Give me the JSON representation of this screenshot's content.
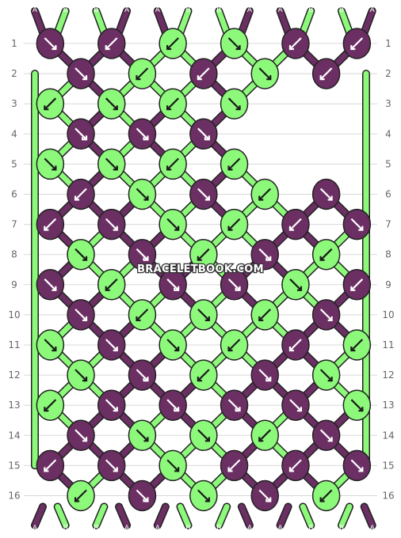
{
  "colors": {
    "A": "#6b2f63",
    "B": "#8cf97a",
    "outline": "#222222",
    "gridline": "#d8d8d8",
    "label": "#666666"
  },
  "watermark": "BRACELETBOOK.COM",
  "row_labels": [
    "1",
    "2",
    "3",
    "4",
    "5",
    "6",
    "7",
    "8",
    "9",
    "10",
    "11",
    "12",
    "13",
    "14",
    "15",
    "16"
  ],
  "top_strands": [
    "A",
    "B",
    "B",
    "A",
    "A",
    "B",
    "B",
    "A",
    "A",
    "B",
    "B",
    "A"
  ],
  "bottom_strands": [
    "A",
    "B",
    "B",
    "A",
    "A",
    "B",
    "B",
    "A",
    "A",
    "B",
    "B",
    "A"
  ],
  "knot_rows": [
    [
      {
        "c": "A",
        "d": "r"
      },
      {
        "c": "A",
        "d": "l"
      },
      {
        "c": "B",
        "d": "l"
      },
      {
        "c": "B",
        "d": "r"
      },
      {
        "c": "A",
        "d": "l"
      },
      {
        "c": "A",
        "d": "l"
      }
    ],
    [
      {
        "c": "A",
        "d": "r"
      },
      {
        "c": "B",
        "d": "l"
      },
      {
        "c": "A",
        "d": "l"
      },
      {
        "c": "B",
        "d": "r"
      },
      {
        "c": "A",
        "d": "l"
      }
    ],
    [
      {
        "c": "B",
        "d": "l"
      },
      {
        "c": "B",
        "d": "r"
      },
      {
        "c": "B",
        "d": "l"
      },
      {
        "c": "B",
        "d": "r"
      }
    ],
    [
      {
        "c": "A",
        "d": "rl"
      },
      {
        "c": "A",
        "d": "lr"
      },
      {
        "c": "A",
        "d": "rl"
      }
    ],
    [
      {
        "c": "B",
        "d": "r"
      },
      {
        "c": "B",
        "d": "r"
      },
      {
        "c": "B",
        "d": "l"
      },
      {
        "c": "B",
        "d": "l"
      }
    ],
    [
      {
        "c": "A",
        "d": "l"
      },
      {
        "c": "B",
        "d": "r"
      },
      {
        "c": "A",
        "d": "r"
      },
      {
        "c": "B",
        "d": "l"
      },
      {
        "c": "A",
        "d": "r"
      }
    ],
    [
      {
        "c": "A",
        "d": "l"
      },
      {
        "c": "A",
        "d": "r"
      },
      {
        "c": "B",
        "d": "r"
      },
      {
        "c": "B",
        "d": "l"
      },
      {
        "c": "A",
        "d": "l"
      },
      {
        "c": "A",
        "d": "r"
      }
    ],
    [
      {
        "c": "B",
        "d": "r"
      },
      {
        "c": "A",
        "d": "rl"
      },
      {
        "c": "B",
        "d": "l"
      },
      {
        "c": "A",
        "d": "rl"
      },
      {
        "c": "B",
        "d": "l"
      }
    ],
    [
      {
        "c": "A",
        "d": "r"
      },
      {
        "c": "B",
        "d": "l"
      },
      {
        "c": "A",
        "d": "rl"
      },
      {
        "c": "A",
        "d": "lr"
      },
      {
        "c": "B",
        "d": "r"
      },
      {
        "c": "A",
        "d": "l"
      }
    ],
    [
      {
        "c": "A",
        "d": "r"
      },
      {
        "c": "B",
        "d": "l"
      },
      {
        "c": "B",
        "d": "r"
      },
      {
        "c": "B",
        "d": "l"
      },
      {
        "c": "A",
        "d": "r"
      }
    ],
    [
      {
        "c": "B",
        "d": "r"
      },
      {
        "c": "A",
        "d": "r"
      },
      {
        "c": "B",
        "d": "r"
      },
      {
        "c": "B",
        "d": "l"
      },
      {
        "c": "A",
        "d": "l"
      },
      {
        "c": "B",
        "d": "l"
      }
    ],
    [
      {
        "c": "B",
        "d": "r"
      },
      {
        "c": "A",
        "d": "rl"
      },
      {
        "c": "B",
        "d": "l"
      },
      {
        "c": "A",
        "d": "rl"
      },
      {
        "c": "B",
        "d": "r"
      }
    ],
    [
      {
        "c": "B",
        "d": "l"
      },
      {
        "c": "A",
        "d": "r"
      },
      {
        "c": "A",
        "d": "rl"
      },
      {
        "c": "A",
        "d": "lr"
      },
      {
        "c": "A",
        "d": "r"
      },
      {
        "c": "B",
        "d": "r"
      }
    ],
    [
      {
        "c": "A",
        "d": "r"
      },
      {
        "c": "B",
        "d": "r"
      },
      {
        "c": "B",
        "d": "r"
      },
      {
        "c": "B",
        "d": "l"
      },
      {
        "c": "A",
        "d": "r"
      }
    ],
    [
      {
        "c": "A",
        "d": "l"
      },
      {
        "c": "A",
        "d": "r"
      },
      {
        "c": "B",
        "d": "r"
      },
      {
        "c": "A",
        "d": "l"
      },
      {
        "c": "A",
        "d": "l"
      },
      {
        "c": "A",
        "d": "r"
      }
    ],
    [
      {
        "c": "B",
        "d": "l"
      },
      {
        "c": "A",
        "d": "rl"
      },
      {
        "c": "B",
        "d": "r"
      },
      {
        "c": "A",
        "d": "rl"
      },
      {
        "c": "B",
        "d": "l"
      }
    ]
  ]
}
